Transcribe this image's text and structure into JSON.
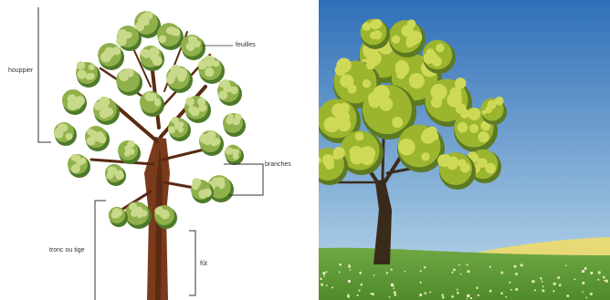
{
  "labels": {
    "houppier": "houppier",
    "feuilles": "feuilles",
    "branches": "branches",
    "tronc": "tronc ou tige",
    "fut": "fût"
  },
  "colors": {
    "leaf_light": "#c9d98a",
    "leaf_mid": "#8fb04a",
    "leaf_dark": "#4e7a2a",
    "trunk": "#7a3b1c",
    "trunk_dark": "#4a210f",
    "sky_top": "#2f6fb8",
    "sky_bottom": "#a9cbe4",
    "grass": "#5f9b35",
    "field": "#e8d977",
    "bracket": "#333333"
  }
}
